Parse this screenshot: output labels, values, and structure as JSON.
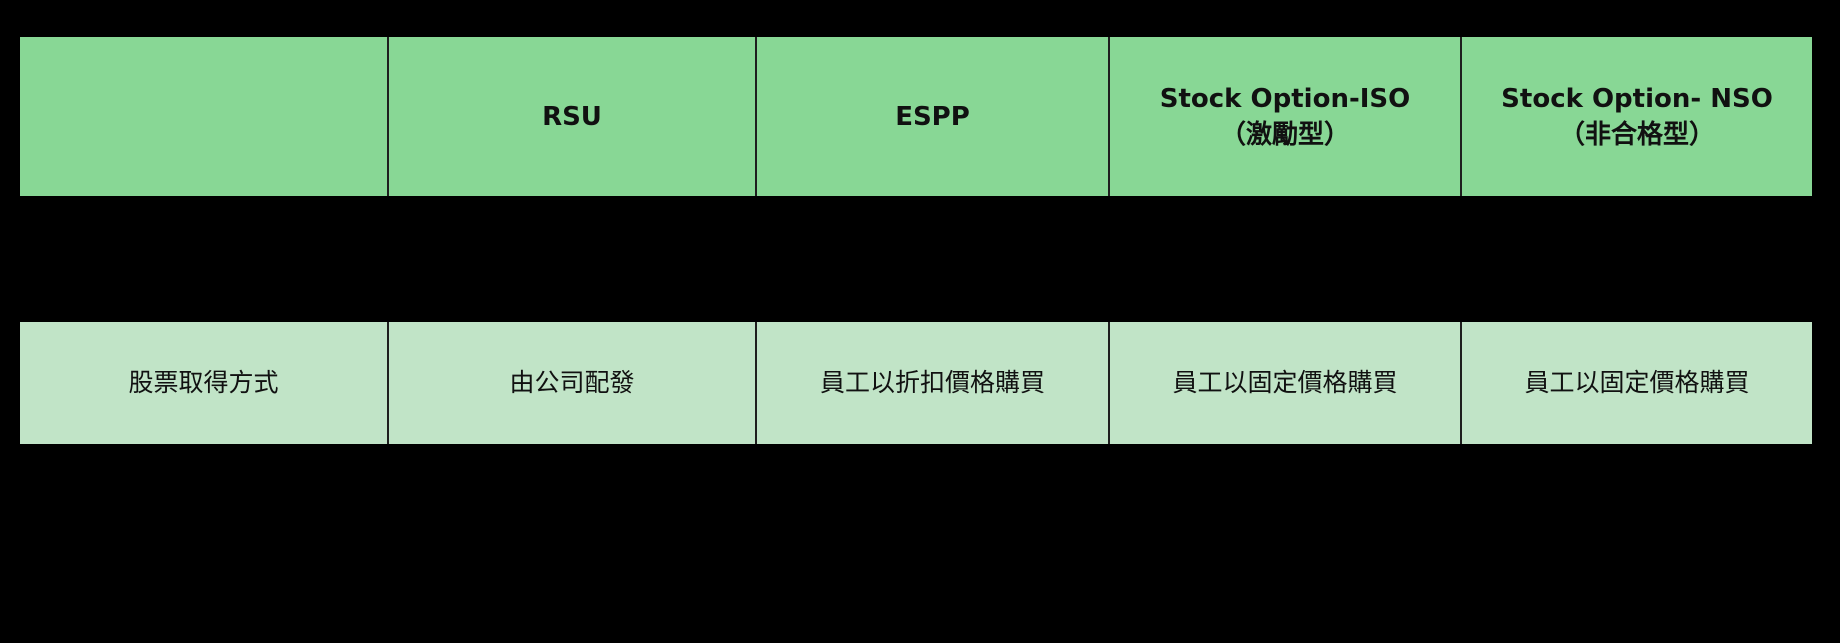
{
  "colors": {
    "background": "#000000",
    "header_bg": "#88D795",
    "row_bg": "#C1E4C7",
    "border": "#1E1E1E",
    "text": "#111111"
  },
  "table": {
    "columns": [
      {
        "line1": "",
        "line2": ""
      },
      {
        "line1": "RSU",
        "line2": ""
      },
      {
        "line1": "ESPP",
        "line2": ""
      },
      {
        "line1": "Stock Option-ISO",
        "line2": "（激勵型）"
      },
      {
        "line1": "Stock Option- NSO",
        "line2": "（非合格型）"
      }
    ],
    "rows": [
      {
        "label": "股票取得方式",
        "cells": [
          "由公司配發",
          "員工以折扣價格購買",
          "員工以固定價格購買",
          "員工以固定價格購買"
        ]
      }
    ]
  }
}
